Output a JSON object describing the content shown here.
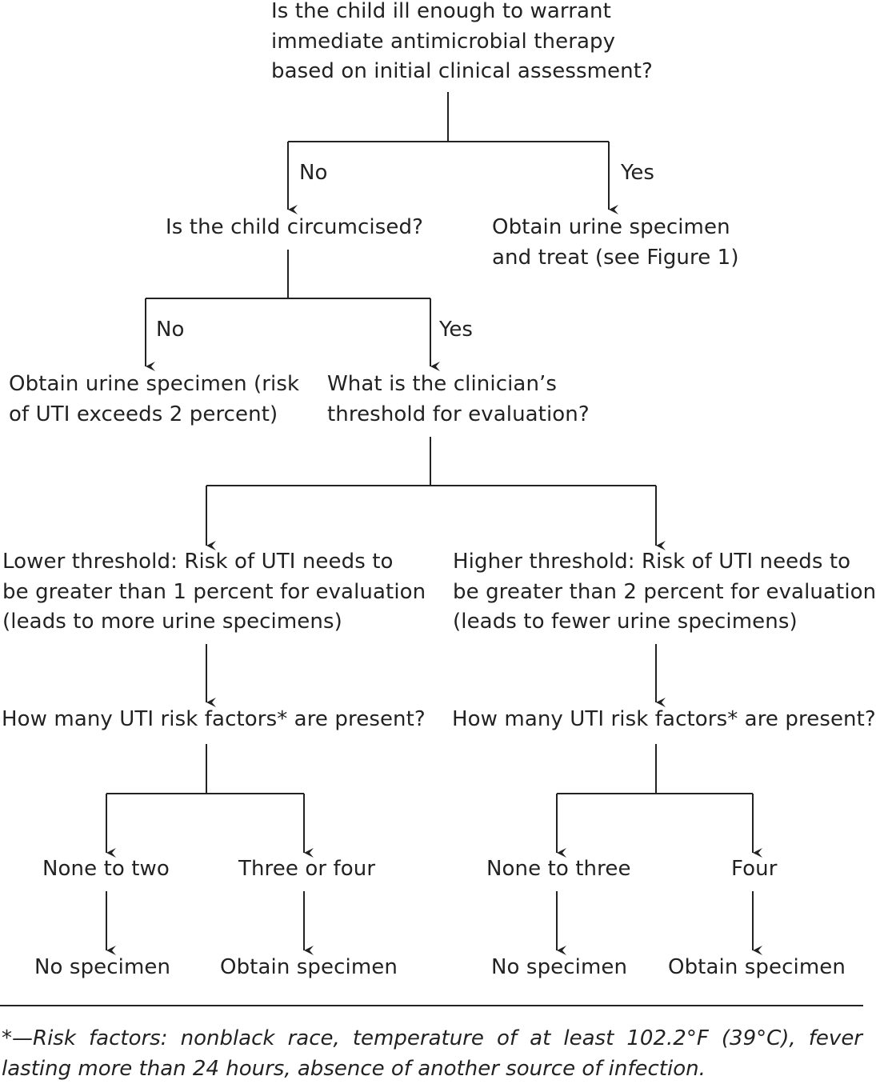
{
  "question_top": {
    "line1": "Is the child ill enough to warrant",
    "line2": "immediate antimicrobial therapy",
    "line3": "based on initial clinical assessment?"
  },
  "branch_top": {
    "no": "No",
    "yes": "Yes"
  },
  "yes_result": {
    "line1": "Obtain urine specimen",
    "line2": "and treat (see Figure 1)"
  },
  "question_circ": "Is the child circumcised?",
  "branch_circ": {
    "no": "No",
    "yes": "Yes"
  },
  "no_circ_result": {
    "line1": "Obtain urine specimen (risk",
    "line2": "of UTI exceeds 2 percent)"
  },
  "question_threshold": {
    "line1": "What is the clinician’s",
    "line2": "threshold for evaluation?"
  },
  "lower_threshold": {
    "line1": "Lower threshold: Risk of UTI needs to",
    "line2": "be greater than 1 percent for evaluation",
    "line3": "(leads to more urine specimens)",
    "question": "How many UTI risk factors* are present?",
    "option_a": "None to two",
    "option_b": "Three or four",
    "result_a": "No specimen",
    "result_b": "Obtain specimen"
  },
  "higher_threshold": {
    "line1": "Higher threshold: Risk of UTI needs to",
    "line2": "be greater than 2 percent for evaluation",
    "line3": "(leads to fewer urine specimens)",
    "question": "How many UTI risk factors* are present?",
    "option_a": "None to three",
    "option_b": "Four",
    "result_a": "No specimen",
    "result_b": "Obtain specimen"
  },
  "footnote": "*—Risk factors: nonblack race, temperature of at least 102.2°F (39°C), fever lasting more than 24 hours, absence of another source of infection."
}
